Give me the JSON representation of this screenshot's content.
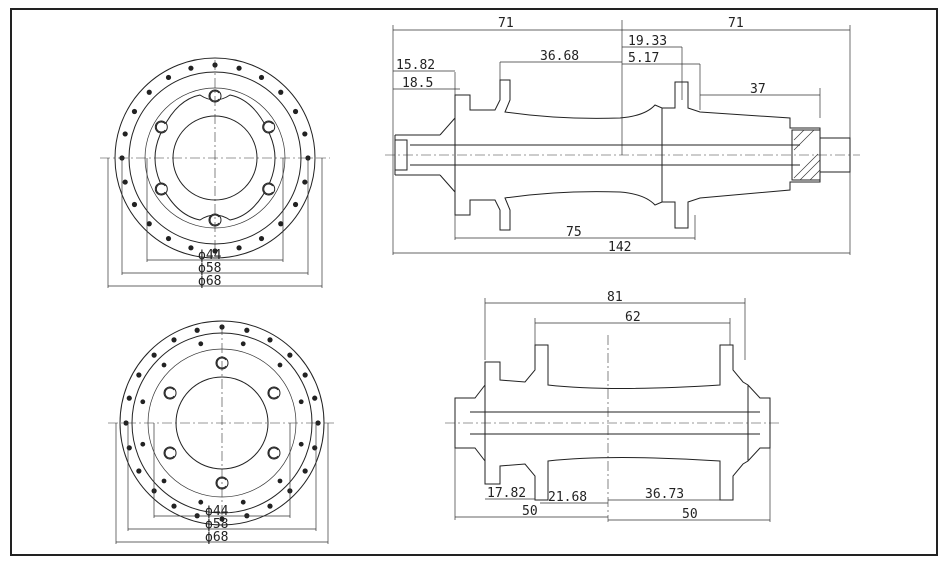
{
  "views": {
    "top_left_face": {
      "dims": {
        "d44": "ϕ44",
        "d58": "ϕ58",
        "d68": "ϕ68"
      }
    },
    "rear_hub_side": {
      "dims": {
        "top_71_left": "71",
        "top_71_right": "71",
        "d19_33": "19.33",
        "d15_82": "15.82",
        "d36_68": "36.68",
        "d5_17": "5.17",
        "d18_5": "18.5",
        "d37": "37",
        "d75": "75",
        "d142": "142"
      }
    },
    "bottom_left_face": {
      "dims": {
        "d44": "ϕ44",
        "d58": "ϕ58",
        "d68": "ϕ68"
      }
    },
    "front_hub_side": {
      "dims": {
        "d81": "81",
        "d62": "62",
        "d17_82": "17.82",
        "d21_68": "21.68",
        "d36_73": "36.73",
        "d50_left": "50",
        "d50_right": "50"
      }
    }
  }
}
